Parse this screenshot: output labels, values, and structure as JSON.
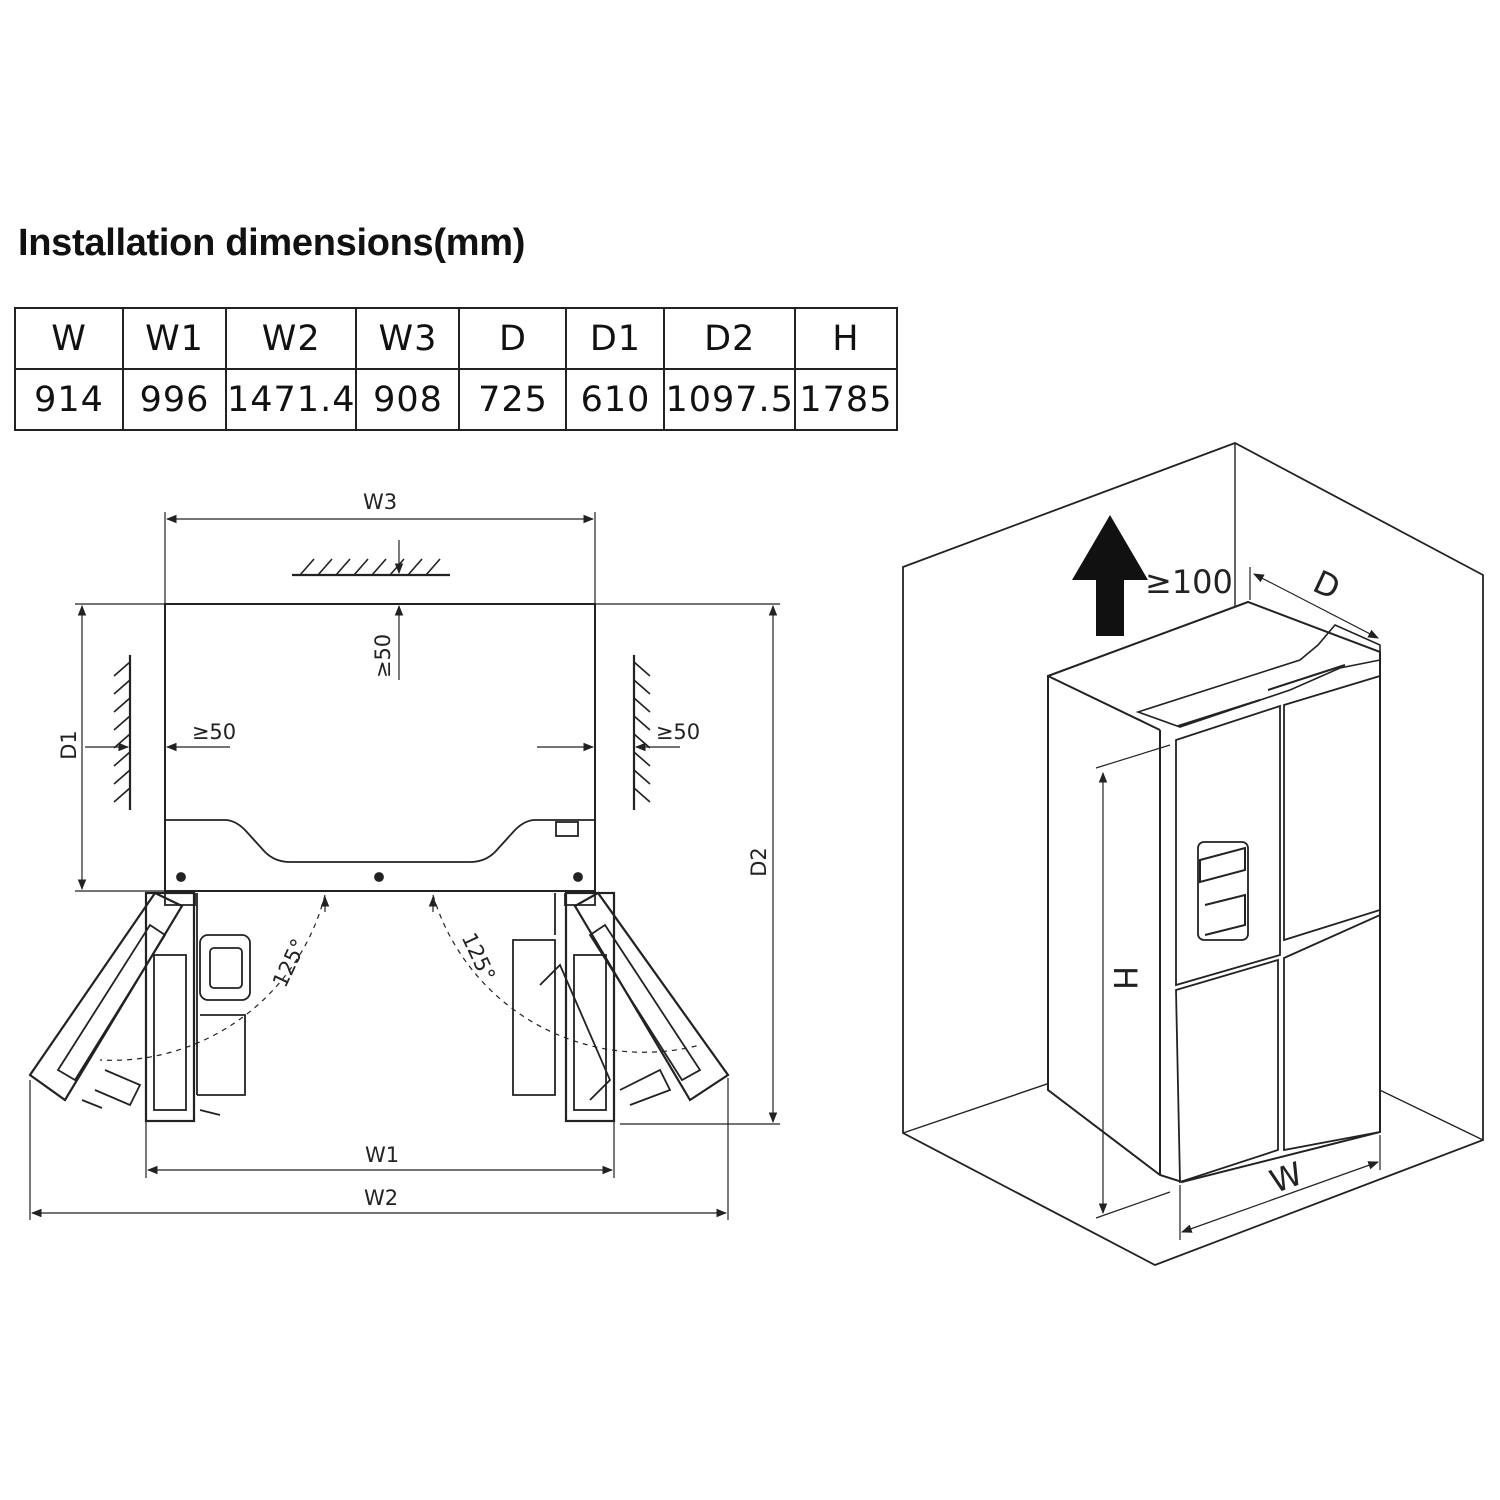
{
  "title": "Installation dimensions(mm)",
  "table": {
    "headers": [
      "W",
      "W1",
      "W2",
      "W3",
      "D",
      "D1",
      "D2",
      "H"
    ],
    "values": [
      "914",
      "996",
      "1471.4",
      "908",
      "725",
      "610",
      "1097.5",
      "1785"
    ]
  },
  "top_view": {
    "labels": {
      "w3": "W3",
      "w1": "W1",
      "w2": "W2",
      "d1": "D1",
      "d2": "D2",
      "clear_back": "≥50",
      "clear_left": "≥50",
      "clear_right": "≥50",
      "angle_left": "125°",
      "angle_right": "125°"
    }
  },
  "perspective_view": {
    "labels": {
      "top_clearance": "≥100",
      "d": "D",
      "h": "H",
      "w": "W"
    }
  }
}
